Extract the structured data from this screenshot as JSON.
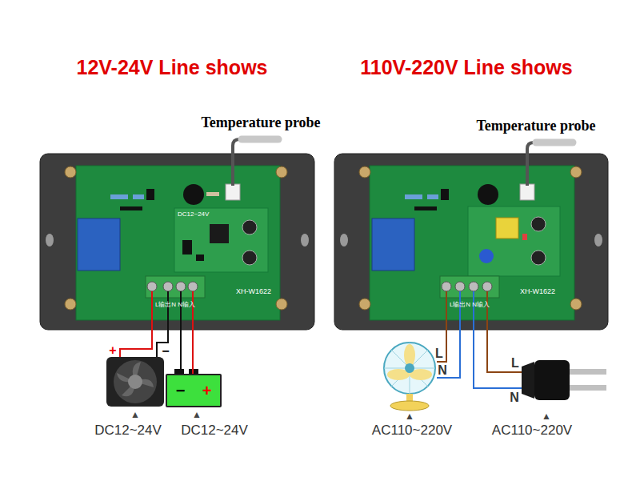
{
  "diagram": {
    "nodes": [
      {
        "text": [
          "XH-W1622"
        ]
      },
      {
        "text": [
          "DC12~24V"
        ],
        "in": 0
      },
      {
        "text": [
          "−",
          "+"
        ]
      },
      {
        "text": [
          "XH-W1622"
        ]
      }
    ],
    "edges": [
      {
        "from": 0,
        "to": 2,
        "arrow": "none"
      },
      {
        "from": 0,
        "to": 2,
        "arrow": "none"
      }
    ],
    "labels": [
      "12V-24V Line shows",
      "110V-220V Line shows",
      "Temperature probe",
      "Temperature probe",
      "L输出N N输入",
      "L输出N N输入",
      "+",
      "−",
      "▲",
      "DC12~24V",
      "▲",
      "DC12~24V",
      "L",
      "N",
      "L",
      "N",
      "▲",
      "AC110~220V",
      "▲",
      "AC110~220V"
    ]
  }
}
